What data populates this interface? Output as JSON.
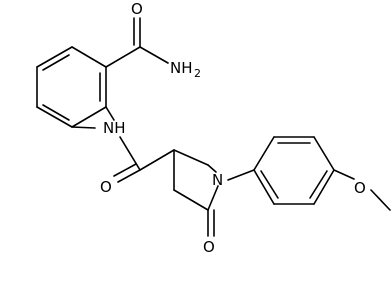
{
  "molecule": {
    "atoms": {
      "o_amide_top": "O",
      "nh2": {
        "main": "NH",
        "sub": "2"
      },
      "nh": "NH",
      "o_amide_mid": "O",
      "n_ring": "N",
      "o_lactam": "O",
      "o_methoxy": "O"
    }
  }
}
